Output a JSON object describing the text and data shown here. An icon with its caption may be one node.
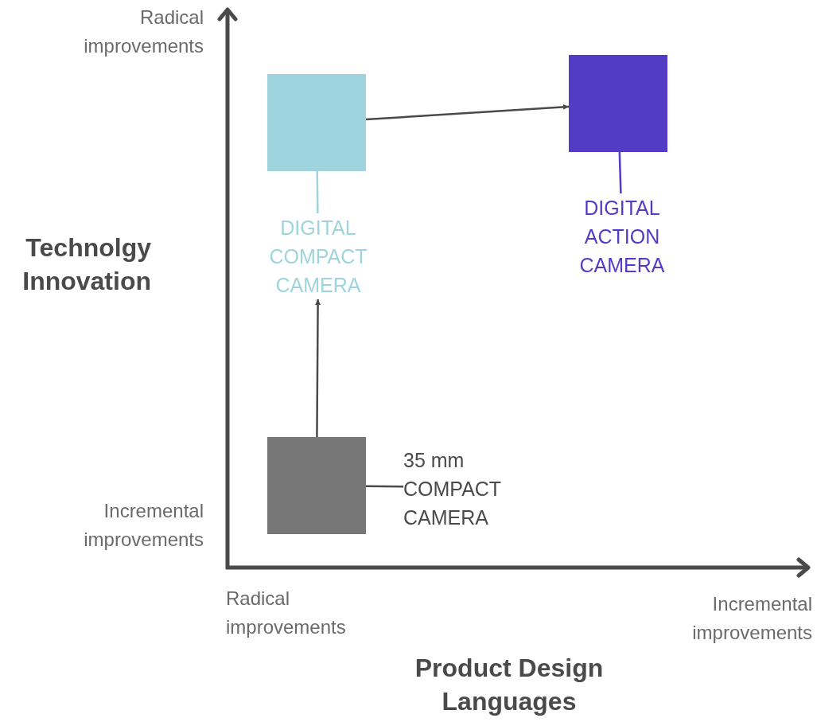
{
  "diagram": {
    "nodes": [
      {
        "text": [],
        "shape": "box"
      },
      {
        "text": [
          "35 mm COMPACT CAMERA"
        ]
      },
      {
        "text": [],
        "shape": "box"
      },
      {
        "text": [
          "DIGITAL COMPACT CAMERA"
        ]
      },
      {
        "text": [],
        "shape": "box"
      },
      {
        "text": [
          "DIGITAL ACTION CAMERA"
        ]
      }
    ],
    "edges": [
      {
        "from": 0,
        "to": 1,
        "arrow": "none"
      },
      {
        "from": 2,
        "to": 3,
        "arrow": "none",
        "color": "#9fd4dc"
      },
      {
        "from": 4,
        "to": 5,
        "arrow": "none",
        "color": "#523cc6"
      },
      {
        "from": 0,
        "to": 3,
        "arrow": "to"
      },
      {
        "from": 2,
        "to": 4,
        "arrow": "to"
      }
    ],
    "labels": [
      "Radical improvements",
      "Technolgy Innovation",
      "Incremental improvements",
      "Radical improvements",
      "Incremental improvements",
      "Product Design Languages"
    ]
  }
}
